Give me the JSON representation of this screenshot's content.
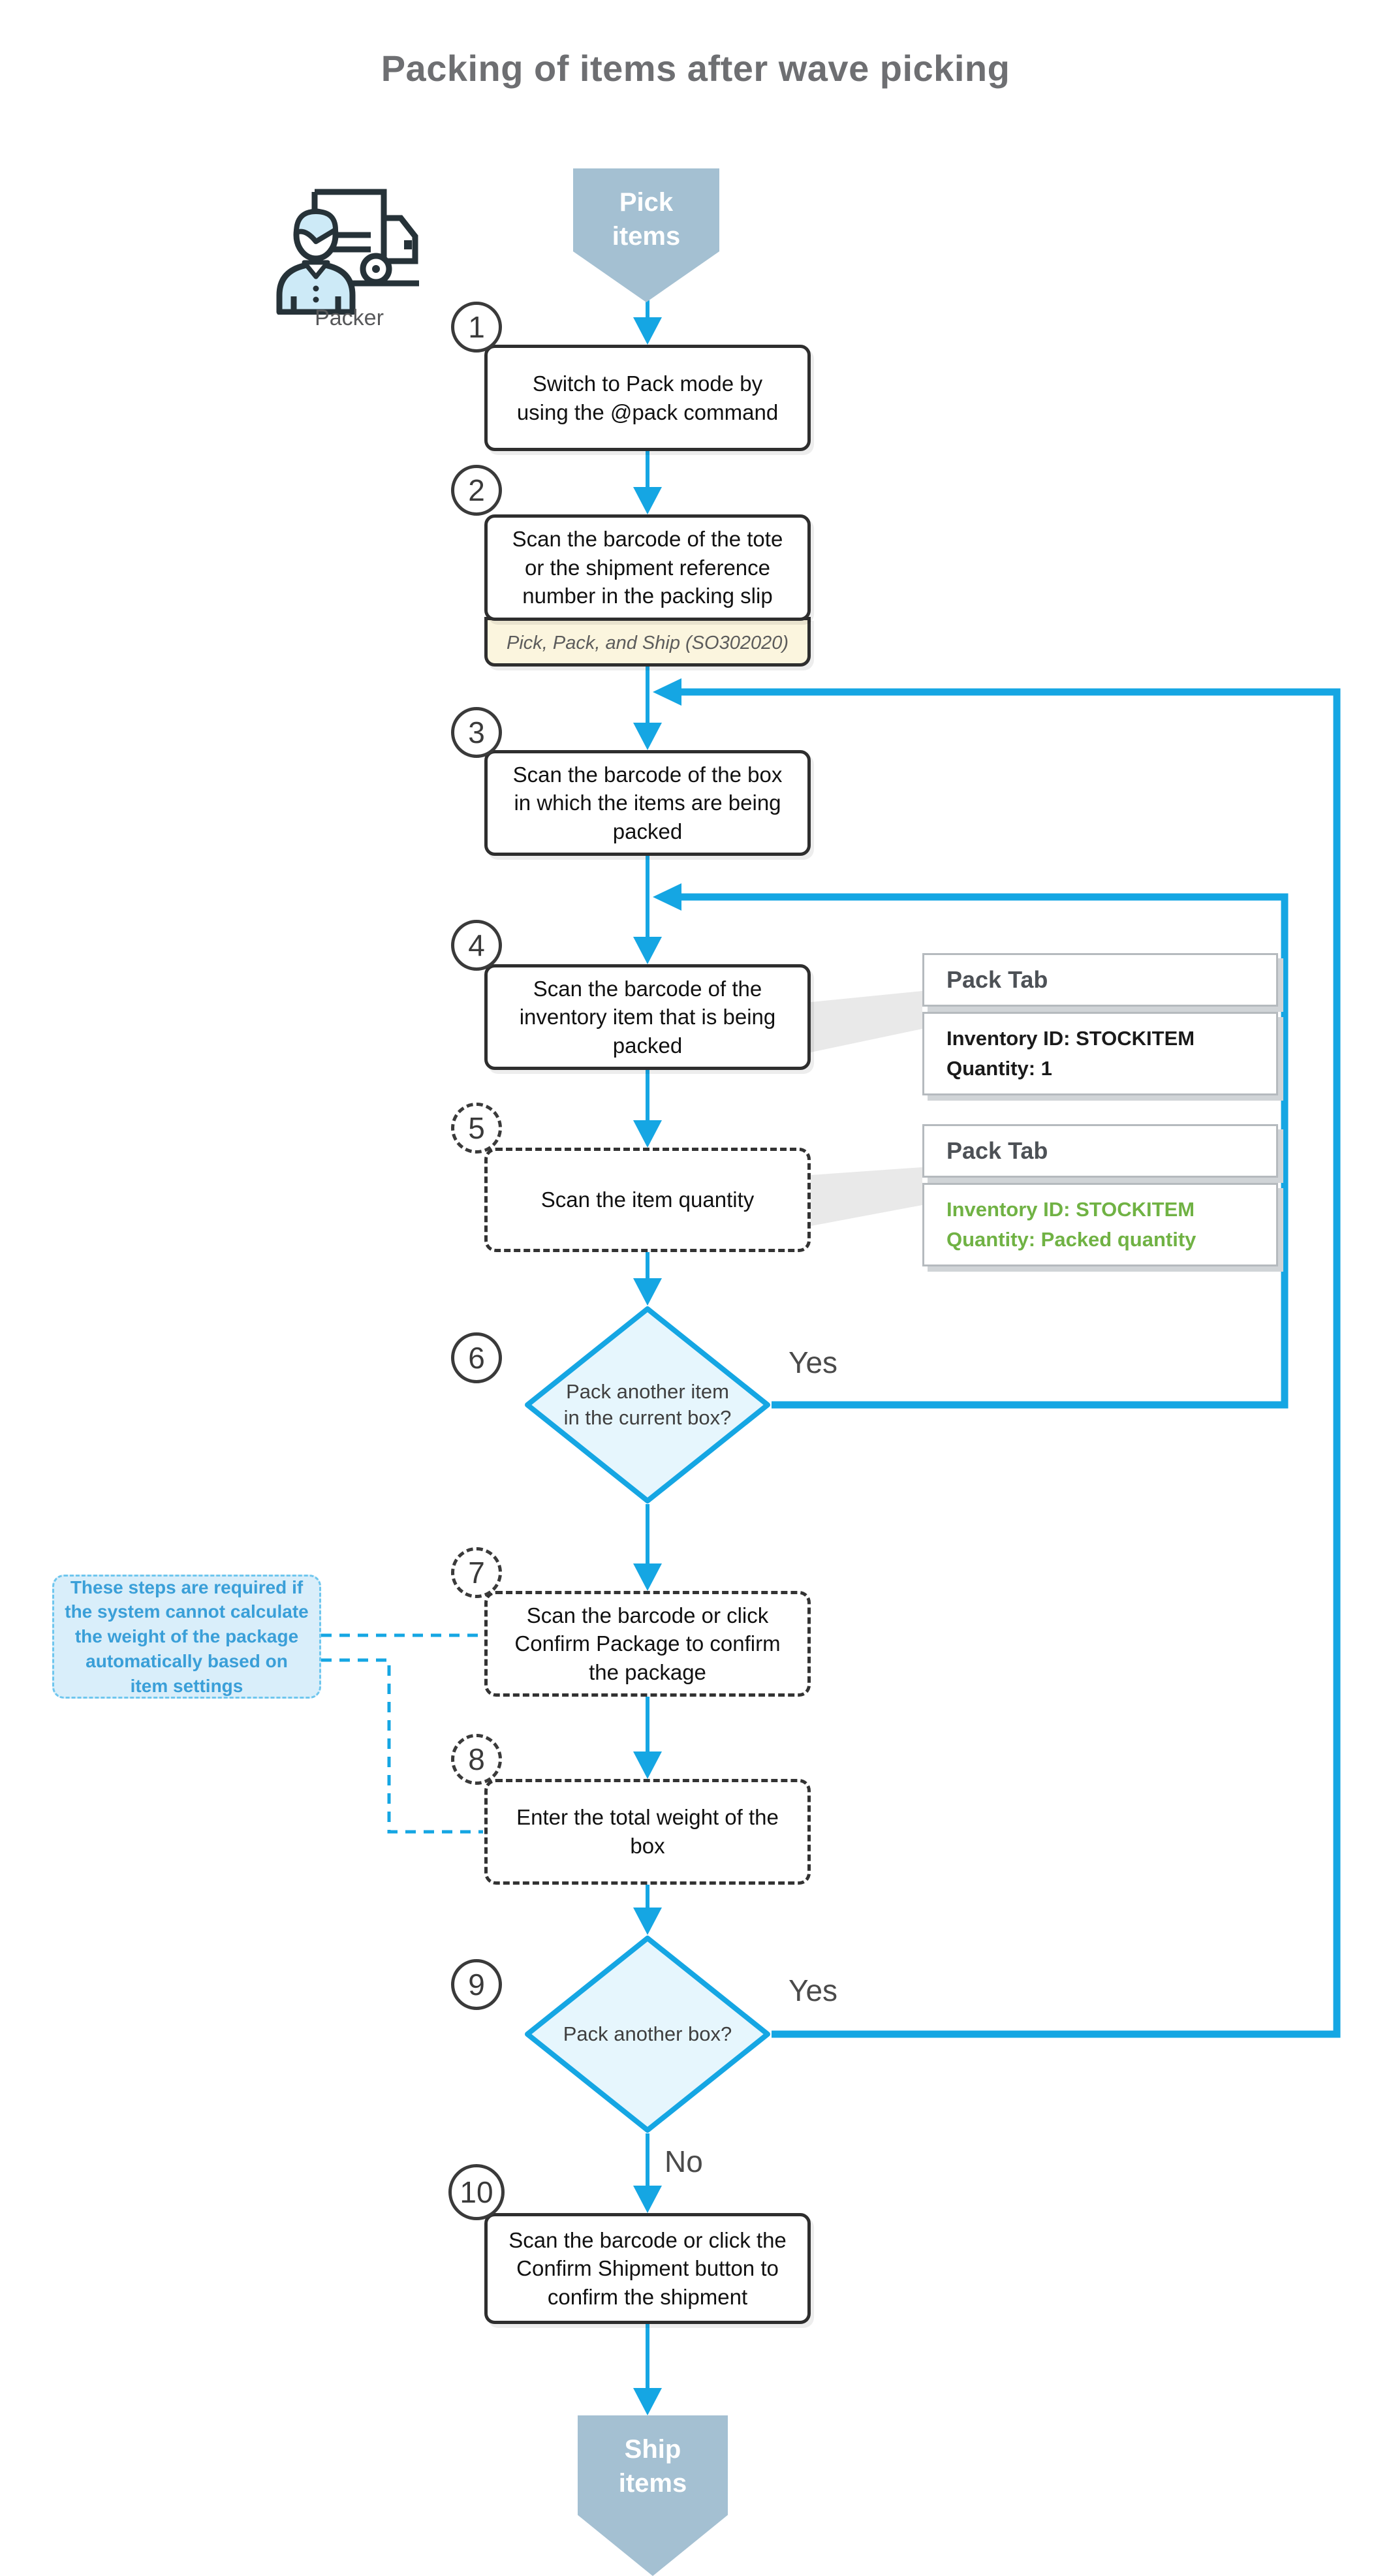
{
  "title": "Packing of items after wave picking",
  "packer": {
    "label": "Packer"
  },
  "start_banner": {
    "label": "Pick items"
  },
  "end_banner": {
    "label": "Ship items"
  },
  "steps": [
    {
      "num": "1",
      "text": "Switch to Pack mode by using the @pack command"
    },
    {
      "num": "2",
      "text": "Scan the barcode of the tote or the shipment reference number in the packing slip",
      "sub_note": "Pick, Pack, and Ship (SO302020)"
    },
    {
      "num": "3",
      "text": "Scan the barcode of the box in which the items are being packed"
    },
    {
      "num": "4",
      "text": "Scan the barcode of the inventory item that is being packed"
    },
    {
      "num": "5",
      "text": "Scan the item quantity"
    },
    {
      "num": "6",
      "text": "Pack another item in the current box?"
    },
    {
      "num": "7",
      "text": "Scan the barcode or click Confirm Package to confirm the package"
    },
    {
      "num": "8",
      "text": "Enter the total weight of the box"
    },
    {
      "num": "9",
      "text": "Pack another box?"
    },
    {
      "num": "10",
      "text": "Scan the barcode or click the Confirm Shipment button to confirm the shipment"
    }
  ],
  "pack_tabs": [
    {
      "header": "Pack Tab",
      "line1": "Inventory ID: STOCKITEM",
      "line2": "Quantity: 1"
    },
    {
      "header": "Pack Tab",
      "line1": "Inventory ID: STOCKITEM",
      "line2": "Quantity: Packed quantity"
    }
  ],
  "branch_labels": {
    "decision6_yes": "Yes",
    "decision9_yes": "Yes",
    "decision9_no": "No"
  },
  "side_note": {
    "text": "These steps are required if the system cannot calculate the weight of the package automatically based on item settings"
  },
  "colors": {
    "accent_blue": "#15a6e3",
    "diamond_fill": "#e6f6fd",
    "banner_fill": "#a4c0d2",
    "note_fill": "#d9eefa",
    "note_text": "#3a9fd8",
    "green_text": "#70b244",
    "sub_note_fill": "#fbf5de",
    "title_gray": "#6e6f72"
  }
}
